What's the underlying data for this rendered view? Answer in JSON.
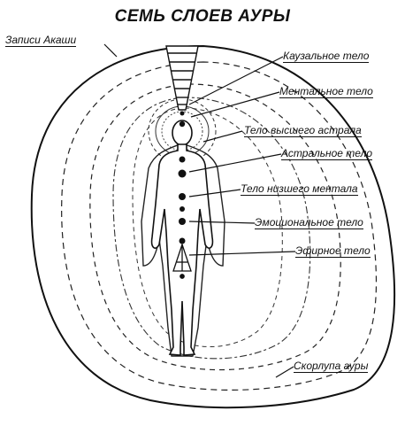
{
  "title": "СЕМЬ СЛОЕВ АУРЫ",
  "labels": {
    "akashic": "Записи Акаши",
    "causal": "Каузальное тело",
    "mental": "Ментальное тело",
    "higher_astral": "Тело высшего астрала",
    "astral": "Астральное тело",
    "lower_mental": "Тело низшего ментала",
    "emotional": "Эмоциональное тело",
    "etheric": "Эфирное тело",
    "shell": "Скорлупа ауры"
  }
}
